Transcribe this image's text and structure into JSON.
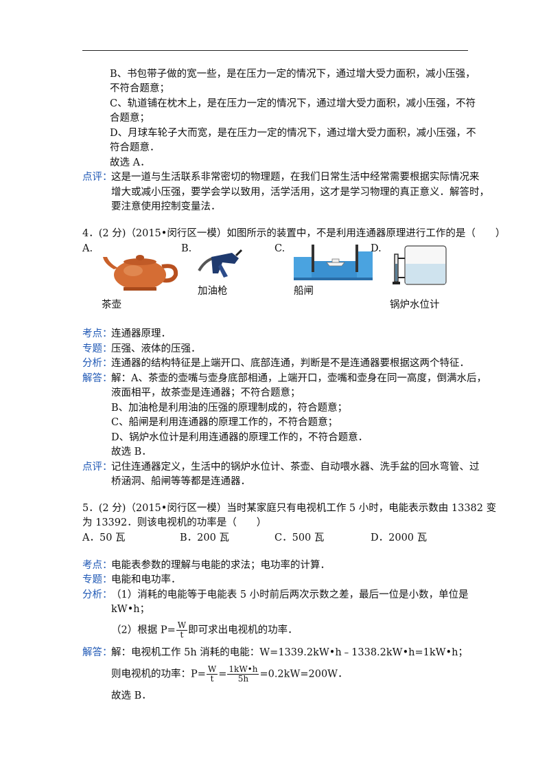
{
  "q3_tail": {
    "b1": "B、书包带子做的宽一些，是在压力一定的情况下，通过增大受力面积，减小压强，",
    "b2": "不符合题意；",
    "c1": "C、轨道铺在枕木上，是在压力一定的情况下，通过增大受力面积，减小压强，不符",
    "c2": "合题意；",
    "d1": "D、月球车轮子大而宽，是在压力一定的情况下，通过增大受力面积，减小压强，不",
    "d2": "符合题意．",
    "choose": "故选 A．",
    "comment_label": "点评：",
    "comment1": "这是一道与生活联系非常密切的物理题，在我们日常生活中经常需要根据实际情况来",
    "comment2": "增大或减小压强，要学会学以致用，活学活用，这才是学习物理的真正意义．解答时，",
    "comment3": "要注意使用控制变量法．"
  },
  "q4": {
    "stem": "4．(2 分)（2015•闵行区一模）如图所示的装置中，不是利用连通器原理进行工作的是（　　）",
    "opt_a": "A.",
    "opt_b": "B.",
    "opt_c": "C.",
    "opt_d": "D.",
    "cap_a": "茶壶",
    "cap_b": "加油枪",
    "cap_c": "船闸",
    "cap_d": "锅炉水位计",
    "kaodian_label": "考点：",
    "kaodian": "连通器原理．",
    "zhuanti_label": "专题：",
    "zhuanti": "压强、液体的压强．",
    "fenxi_label": "分析：",
    "fenxi": "连通器的结构特征是上端开口、底部连通，判断是不是连通器要根据这两个特征．",
    "jieda_label": "解答：",
    "jieda1": "解：A、茶壶的壶嘴与壶身底部相通，上端开口，壶嘴和壶身在同一高度，倒满水后，",
    "jieda2": "液面相平，故茶壶是连通器；不符合题意；",
    "jieda3": "B、加油枪是利用油的压强的原理制成的，符合题意；",
    "jieda4": "C、船闸是利用连通器的原理工作的，不符合题意；",
    "jieda5": "D、锅炉水位计是利用连通器的原理工作的，不符合题意．",
    "choose": "故选 B．",
    "comment_label": "点评：",
    "comment1": "记住连通器定义，生活中的锅炉水位计、茶壶、自动喂水器、洗手盆的回水弯管、过",
    "comment2": "桥涵洞、船闸等等都是连通器．"
  },
  "q5": {
    "stem1": "5．(2 分)（2015•闵行区一模）当时某家庭只有电视机工作 5 小时，电能表示数由 13382 变",
    "stem2": "为 13392．则该电视机的功率是（　　）",
    "opt_a": "A．50 瓦",
    "opt_b": "B．200 瓦",
    "opt_c": "C．500 瓦",
    "opt_d": "D．2000 瓦",
    "kaodian_label": "考点：",
    "kaodian": "电能表参数的理解与电能的求法；电功率的计算．",
    "zhuanti_label": "专题：",
    "zhuanti": "电能和电功率．",
    "fenxi_label": "分析：",
    "fenxi1": "（1）消耗的电能等于电能表 5 小时前后两次示数之差，最后一位是小数，单位是",
    "fenxi2": "kW•h；",
    "fenxi3_pre": "（2）根据 P=",
    "fenxi3_num": "W",
    "fenxi3_den": "t",
    "fenxi3_post": "即可求出电视机的功率．",
    "jieda_label": "解答：",
    "jieda1": "解：电视机工作 5h 消耗的电能：W=1339.2kW•h﹣1338.2kW•h=1kW•h；",
    "jieda2_pre": "则电视机的功率：P=",
    "jieda2_f1_num": "W",
    "jieda2_f1_den": "t",
    "jieda2_eq": "=",
    "jieda2_f2_num": "1kW•h",
    "jieda2_f2_den": "5h",
    "jieda2_post": "=0.2kW=200W．",
    "choose": "故选 B．"
  }
}
